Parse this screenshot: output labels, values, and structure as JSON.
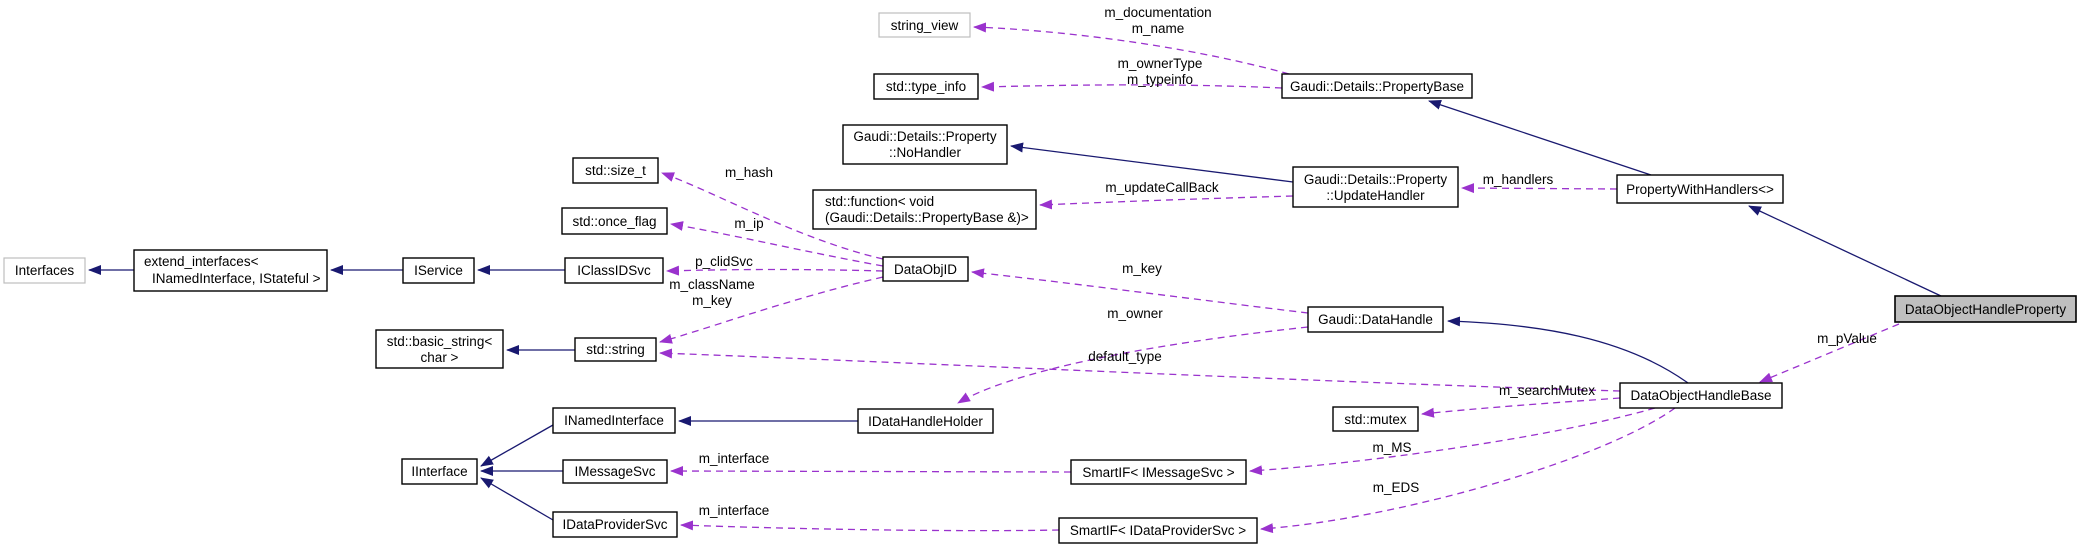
{
  "diagram_type": "doxygen-collaboration-graph",
  "colors": {
    "inheritance_edge": "#191970",
    "usage_edge": "#9a32cd",
    "node_fill": "#ffffff",
    "node_border": "#000000",
    "external_node_border": "#bebebe",
    "target_node_fill": "#bfbfbf",
    "background": "#ffffff"
  },
  "nodes": {
    "string_view": {
      "label": "string_view"
    },
    "type_info": {
      "label": "std::type_info"
    },
    "property_base": {
      "label": "Gaudi::Details::PropertyBase"
    },
    "no_handler": {
      "l1": "Gaudi::Details::Property",
      "l2": "::NoHandler"
    },
    "std_function": {
      "l1": "std::function< void",
      "l2": "(Gaudi::Details::PropertyBase &)>"
    },
    "update_handler": {
      "l1": "Gaudi::Details::Property",
      "l2": "::UpdateHandler"
    },
    "property_with_handlers": {
      "label": "PropertyWithHandlers<>"
    },
    "std_size_t": {
      "label": "std::size_t"
    },
    "std_once_flag": {
      "label": "std::once_flag"
    },
    "interfaces": {
      "label": "Interfaces"
    },
    "extend_interfaces": {
      "l1": "extend_interfaces<",
      "l2": "INamedInterface, IStateful >"
    },
    "iservice": {
      "label": "IService"
    },
    "iclassidsvc": {
      "label": "IClassIDSvc"
    },
    "dataobjid": {
      "label": "DataObjID"
    },
    "basic_string": {
      "l1": "std::basic_string<",
      "l2": "char >"
    },
    "std_string": {
      "label": "std::string"
    },
    "data_handle": {
      "label": "Gaudi::DataHandle"
    },
    "idatahandleholder": {
      "label": "IDataHandleHolder"
    },
    "inamedinterface": {
      "label": "INamedInterface"
    },
    "iinterface": {
      "label": "IInterface"
    },
    "imessagesvc": {
      "label": "IMessageSvc"
    },
    "idataprovidersvc": {
      "label": "IDataProviderSvc"
    },
    "smartif_imessagesvc": {
      "label": "SmartIF< IMessageSvc >"
    },
    "smartif_idataprovidersvc": {
      "label": "SmartIF< IDataProviderSvc >"
    },
    "std_mutex": {
      "label": "std::mutex"
    },
    "dataobjecthandlebase": {
      "label": "DataObjectHandleBase"
    },
    "dataobjecthandleproperty": {
      "label": "DataObjectHandleProperty"
    }
  },
  "edge_labels": {
    "documentation": "m_documentation",
    "name": "m_name",
    "owner_type": "m_ownerType",
    "typeinfo": "m_typeinfo",
    "update_call_back": "m_updateCallBack",
    "handlers": "m_handlers",
    "hash": "m_hash",
    "ip": "m_ip",
    "clid_svc": "p_clidSvc",
    "class_name": "m_className",
    "key_left": "m_key",
    "key_right": "m_key",
    "owner": "m_owner",
    "default_type": "default_type",
    "search_mutex": "m_searchMutex",
    "ms": "m_MS",
    "eds": "m_EDS",
    "interface_ms": "m_interface",
    "interface_eds": "m_interface",
    "p_value": "m_pValue"
  }
}
